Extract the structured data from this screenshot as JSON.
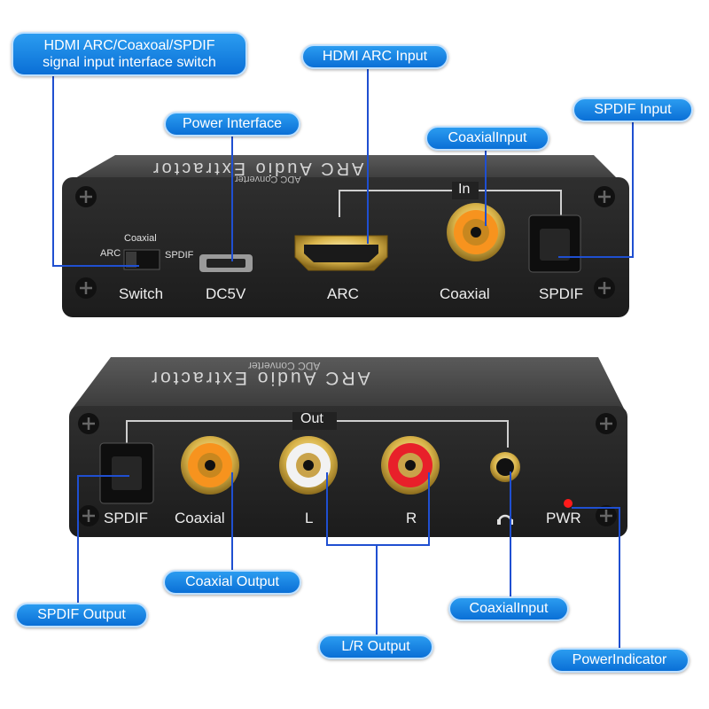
{
  "callouts": {
    "switch": {
      "line1": "HDMI ARC/Coaxoal/SPDIF",
      "line2": "signal input interface switch"
    },
    "hdmi_arc_input": "HDMI ARC Input",
    "power_interface": "Power Interface",
    "coaxial_input_top": "CoaxialInput",
    "spdif_input": "SPDIF Input",
    "coaxial_output": "Coaxial Output",
    "spdif_output": "SPDIF Output",
    "coaxial_input_bottom": "CoaxialInput",
    "lr_output": "L/R Output",
    "power_indicator": "PowerIndicator"
  },
  "top_device": {
    "title": "ARC Audio Extractor",
    "subtitle": "ADC Converter",
    "in_label": "In",
    "switch_positions": {
      "arc": "ARC",
      "coaxial": "Coaxial",
      "spdif": "SPDIF"
    },
    "ports": {
      "switch": "Switch",
      "dc": "DC5V",
      "arc": "ARC",
      "coaxial": "Coaxial",
      "spdif": "SPDIF"
    }
  },
  "bottom_device": {
    "title": "ARC Audio Extractor",
    "subtitle": "ADC Converter",
    "out_label": "Out",
    "ports": {
      "spdif": "SPDIF",
      "coaxial": "Coaxial",
      "l": "L",
      "r": "R",
      "pwr": "PWR"
    }
  },
  "colors": {
    "accent": "#0a6fd6",
    "line": "#1f4fd1",
    "panel": "#2b2b2b",
    "rca_orange": "#f7931e",
    "rca_red": "#e8202a",
    "rca_white": "#f2f2f2",
    "gold": "#d9b44a",
    "led": "#ff1a1a"
  }
}
